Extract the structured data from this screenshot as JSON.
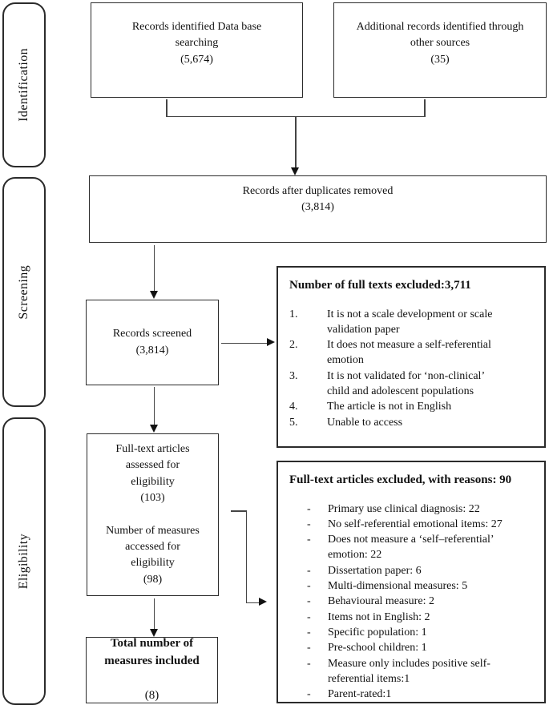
{
  "diagram": {
    "stages": {
      "identification": "Identification",
      "screening": "Screening",
      "eligibility": "Eligibility"
    },
    "boxes": {
      "database": "Records identified Data base\nsearching\n(5,674)",
      "other_sources": "Additional records identified through\nother sources\n(35)",
      "duplicates_removed": "Records after duplicates removed\n(3,814)",
      "records_screened": "Records screened\n(3,814)",
      "fulltext_assessed": "Full-text articles\nassessed for\neligibility\n(103)\n\nNumber of measures\naccessed for\neligibility\n(98)",
      "total_included_bold": "Total number of\nmeasures included\n",
      "total_included_count": "(8)"
    },
    "fulltext_excluded_screen": {
      "title": "Number of full texts excluded:3,711",
      "items": [
        {
          "marker": "1.",
          "text": "It is not a scale development or scale\nvalidation paper"
        },
        {
          "marker": "2.",
          "text": "It does not measure a self-referential\nemotion"
        },
        {
          "marker": "3.",
          "text": "It is not validated for ‘non-clinical’\nchild and adolescent populations"
        },
        {
          "marker": "4.",
          "text": "The article is not in English"
        },
        {
          "marker": "5.",
          "text": "Unable to access"
        }
      ]
    },
    "fulltext_excluded_reasons": {
      "title": "Full-text articles excluded, with reasons: 90",
      "items": [
        {
          "marker": "-",
          "text": "Primary use clinical diagnosis: 22"
        },
        {
          "marker": "-",
          "text": "No self-referential emotional items: 27"
        },
        {
          "marker": "-",
          "text": "Does not measure a ‘self–referential’\nemotion: 22"
        },
        {
          "marker": "-",
          "text": "Dissertation paper: 6"
        },
        {
          "marker": "-",
          "text": "Multi-dimensional measures: 5"
        },
        {
          "marker": "-",
          "text": "Behavioural measure: 2"
        },
        {
          "marker": "-",
          "text": "Items not in English: 2"
        },
        {
          "marker": "-",
          "text": "Specific population: 1"
        },
        {
          "marker": "-",
          "text": "Pre-school children: 1"
        },
        {
          "marker": "-",
          "text": "Measure only includes positive self-\nreferential items:1"
        },
        {
          "marker": "-",
          "text": "Parent-rated:1"
        }
      ]
    },
    "colors": {
      "border": "#2b2b2b",
      "line": "#444444",
      "text": "#111111",
      "background": "#ffffff",
      "arrow": "#121212"
    }
  }
}
